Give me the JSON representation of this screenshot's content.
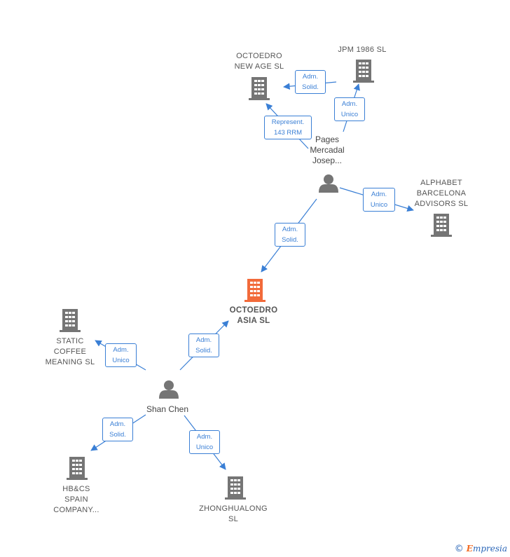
{
  "nodes": {
    "octoedro_new_age": {
      "label": "OCTOEDRO\nNEW AGE  SL"
    },
    "jpm_1986": {
      "label": "JPM 1986  SL"
    },
    "pages_mercadal": {
      "label": "Pages\nMercadal\nJosep..."
    },
    "alphabet_barcelona": {
      "label": "ALPHABET\nBARCELONA\nADVISORS  SL"
    },
    "octoedro_asia": {
      "label": "OCTOEDRO\nASIA  SL",
      "color": "#f26a3a"
    },
    "static_coffee": {
      "label": "STATIC\nCOFFEE\nMEANING  SL"
    },
    "shan_chen": {
      "label": "Shan Chen"
    },
    "hbcs_spain": {
      "label": "HB&CS\nSPAIN\nCOMPANY..."
    },
    "zhonghualong": {
      "label": "ZHONGHUALONG\nSL"
    }
  },
  "edges": {
    "jpm_to_newage": "Adm.\nSolid.",
    "pages_to_jpm": "Adm.\nUnico",
    "pages_to_newage": "Represent.\n143 RRM",
    "pages_to_alphabet": "Adm.\nUnico",
    "pages_to_asia": "Adm.\nSolid.",
    "shan_to_asia": "Adm.\nSolid.",
    "shan_to_static": "Adm.\nUnico",
    "shan_to_hbcs": "Adm.\nSolid.",
    "shan_to_zhong": "Adm.\nUnico"
  },
  "colors": {
    "building": "#757575",
    "person": "#757575",
    "edge": "#3a7fd5",
    "highlight": "#f26a3a"
  },
  "brand": {
    "copyright": "©",
    "name": "mpresia",
    "initial": "E"
  }
}
